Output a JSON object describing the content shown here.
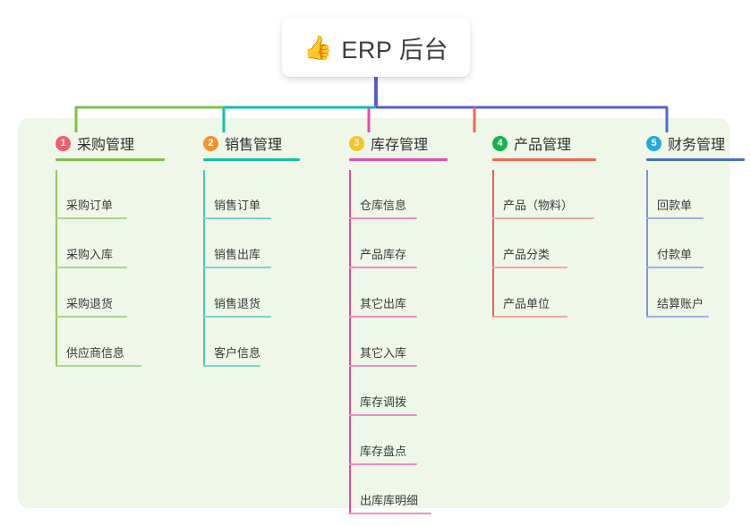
{
  "diagram": {
    "type": "tree-mindmap",
    "root": {
      "emoji": "👍",
      "emoji_name": "thumbs-up-icon",
      "label": "ERP 后台"
    },
    "panel_color": "#eef7e8",
    "bus_segments": [
      {
        "name": "bus-segment-1",
        "color": "#7cc04b"
      },
      {
        "name": "bus-segment-2",
        "color": "#16bfa9"
      },
      {
        "name": "bus-segment-3",
        "color": "#5a5ec8"
      }
    ],
    "root_stem_color": "#5a5ec8",
    "columns": [
      {
        "index": "1",
        "title": "采购管理",
        "badge_color": "#fa5a6e",
        "rule_color": "#7cc04b",
        "spine_color": "#8fc96a",
        "leaf_rule_color": "#a9d68b",
        "stem_color": "#7cc04b",
        "items": [
          "采购订单",
          "采购入库",
          "采购退货",
          "供应商信息"
        ]
      },
      {
        "index": "2",
        "title": "销售管理",
        "badge_color": "#f6922c",
        "rule_color": "#16bfa9",
        "spine_color": "#4fc9bb",
        "leaf_rule_color": "#79d6cb",
        "stem_color": "#16bfa9",
        "items": [
          "销售订单",
          "销售出库",
          "销售退货",
          "客户信息"
        ]
      },
      {
        "index": "3",
        "title": "库存管理",
        "badge_color": "#f7c325",
        "rule_color": "#e64bb0",
        "spine_color": "#e8479f",
        "leaf_rule_color": "#f08ec4",
        "stem_color": "#e64bb0",
        "items": [
          "仓库信息",
          "产品库存",
          "其它出库",
          "其它入库",
          "库存调拨",
          "库存盘点",
          "出库库明细"
        ]
      },
      {
        "index": "4",
        "title": "产品管理",
        "badge_color": "#16b24b",
        "rule_color": "#f4664f",
        "spine_color": "#ef5e55",
        "leaf_rule_color": "#f6a6a0",
        "stem_color": "#f4664f",
        "items": [
          "产品（物料）",
          "产品分类",
          "产品单位"
        ]
      },
      {
        "index": "5",
        "title": "财务管理",
        "badge_color": "#22a9e0",
        "rule_color": "#4a6fc8",
        "spine_color": "#7b96d8",
        "leaf_rule_color": "#9db3e2",
        "stem_color": "#4a6fc8",
        "items": [
          "回款单",
          "付款单",
          "结算账户"
        ]
      }
    ]
  }
}
